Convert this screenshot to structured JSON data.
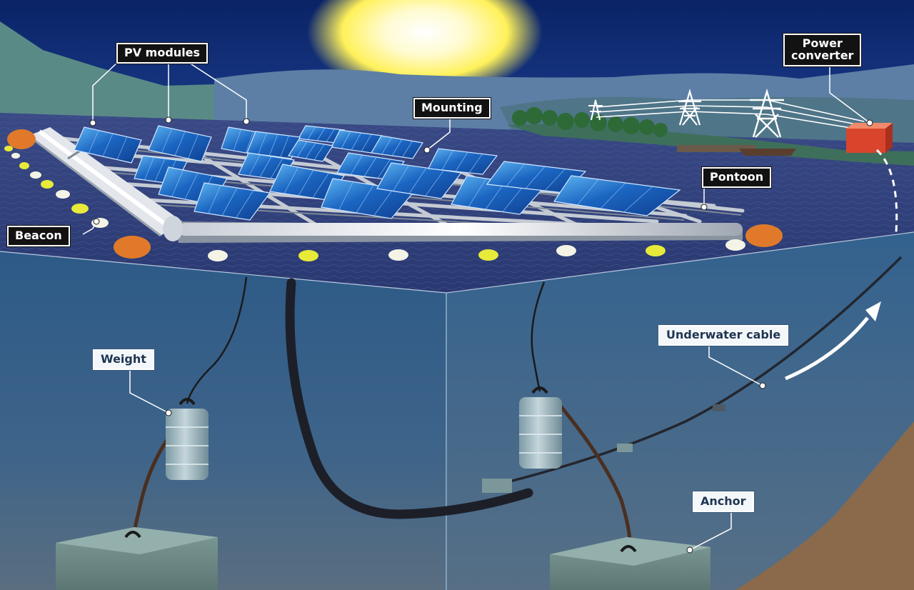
{
  "labels": {
    "pv_modules": "PV modules",
    "mounting": "Mounting",
    "power_converter": "Power\nconverter",
    "pontoon": "Pontoon",
    "beacon": "Beacon",
    "weight": "Weight",
    "underwater_cable": "Underwater cable",
    "anchor": "Anchor"
  },
  "colors": {
    "sky": "#0e2a6e",
    "sun": "#fff37a",
    "water_surface": "#2f3f7a",
    "underwater": "#3a5f85",
    "panel": "#1f6fc4",
    "buoy_orange": "#e07a2a",
    "seabed": "#8a6a4a",
    "converter": "#d9452c"
  }
}
